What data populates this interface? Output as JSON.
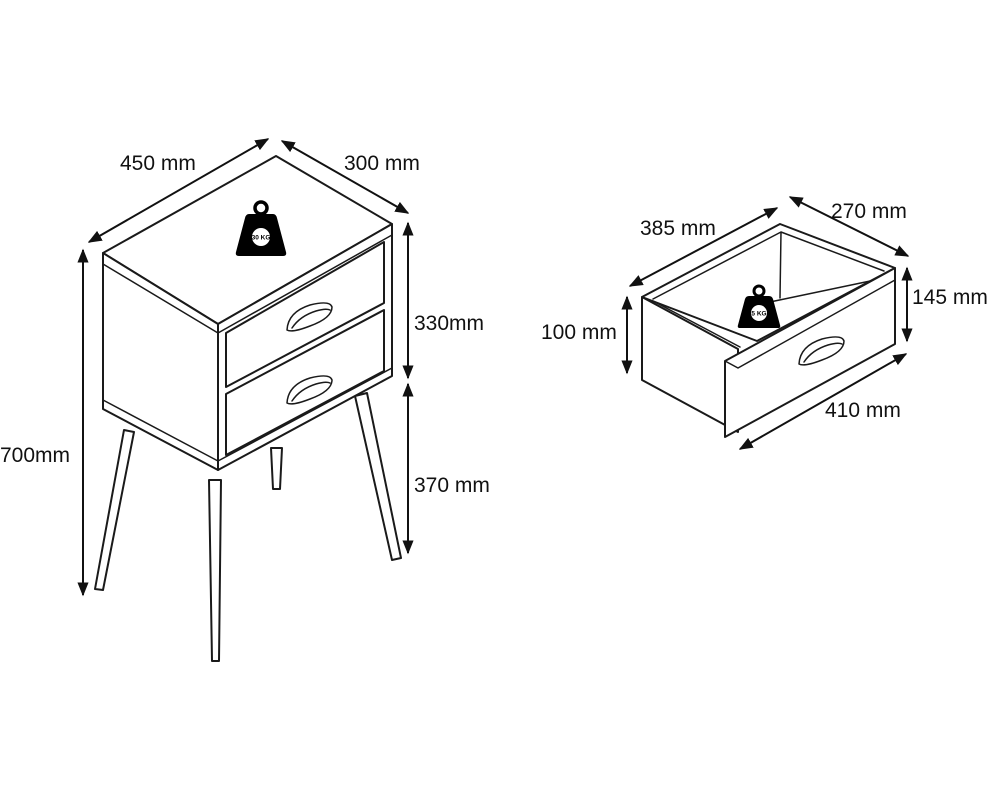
{
  "nightstand": {
    "dimensions": {
      "width": "450 mm",
      "depth": "300 mm",
      "body_height": "330mm",
      "leg_height": "370 mm",
      "total_height": "700mm"
    },
    "load_label": "30 KG"
  },
  "drawer": {
    "dimensions": {
      "inner_width": "385 mm",
      "depth": "270 mm",
      "front_height": "145 mm",
      "inner_height": "100 mm",
      "front_width": "410 mm"
    },
    "load_label": "5 KG"
  }
}
